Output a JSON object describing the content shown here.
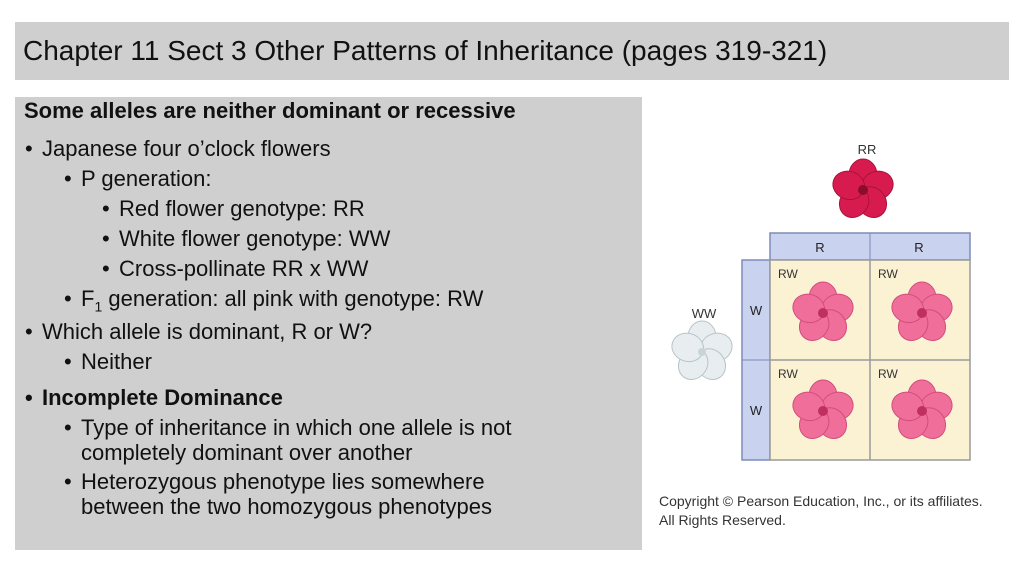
{
  "title": "Chapter 11 Sect 3 Other Patterns of Inheritance (pages 319-321)",
  "heading": "Some alleles are neither dominant or recessive",
  "bullets": {
    "b1": "Japanese four o’clock flowers",
    "b1a": "P generation:",
    "b1a1": "Red flower genotype:  RR",
    "b1a2": "White flower genotype:  WW",
    "b1a3": "Cross-pollinate RR x WW",
    "b1b_pre": "F",
    "b1b_sub": "1",
    "b1b_post": " generation: all pink with genotype: RW",
    "b2": "Which allele is dominant, R or W?",
    "b2a": "Neither",
    "b3": "Incomplete Dominance",
    "b3a_line1": "Type of inheritance in which one allele is not",
    "b3a_line2": "completely dominant over another",
    "b3b_line1": "Heterozygous phenotype lies somewhere",
    "b3b_line2": "between the two homozygous phenotypes"
  },
  "punnett": {
    "top_parent": "RR",
    "side_parent": "WW",
    "col_headers": [
      "R",
      "R"
    ],
    "row_headers": [
      "W",
      "W"
    ],
    "cells": [
      "RW",
      "RW",
      "RW",
      "RW"
    ]
  },
  "copyright": {
    "line1": "Copyright © Pearson Education, Inc., or its affiliates.",
    "line2": "All Rights Reserved."
  },
  "colors": {
    "red_flower": "#d81b4f",
    "pink_flower": "#f06f9a",
    "white_flower": "#e8eef0",
    "header_blue": "#c9d2ee",
    "cell_cream": "#fbf2d4"
  }
}
